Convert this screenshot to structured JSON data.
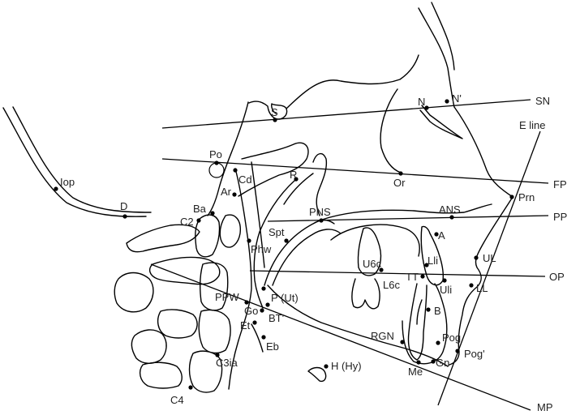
{
  "landmarks": [
    {
      "id": "S",
      "label": "S"
    },
    {
      "id": "N",
      "label": "N"
    },
    {
      "id": "N_soft",
      "label": "N'"
    },
    {
      "id": "Po",
      "label": "Po"
    },
    {
      "id": "Or",
      "label": "Or"
    },
    {
      "id": "Cd",
      "label": "Cd"
    },
    {
      "id": "Ar",
      "label": "Ar"
    },
    {
      "id": "R",
      "label": "R"
    },
    {
      "id": "Ba",
      "label": "Ba"
    },
    {
      "id": "C2",
      "label": "C2"
    },
    {
      "id": "Iop",
      "label": "Iop"
    },
    {
      "id": "D",
      "label": "D"
    },
    {
      "id": "PNS",
      "label": "PNS"
    },
    {
      "id": "ANS",
      "label": "ANS"
    },
    {
      "id": "Spt",
      "label": "Spt"
    },
    {
      "id": "Prn",
      "label": "Prn"
    },
    {
      "id": "A",
      "label": "A"
    },
    {
      "id": "Phw",
      "label": "Phw"
    },
    {
      "id": "U6c",
      "label": "U6c"
    },
    {
      "id": "L6c",
      "label": "L6c"
    },
    {
      "id": "Lli",
      "label": "Lli"
    },
    {
      "id": "UL",
      "label": "UL"
    },
    {
      "id": "LL",
      "label": "LL"
    },
    {
      "id": "TT",
      "label": "TT"
    },
    {
      "id": "Uli",
      "label": "Uli"
    },
    {
      "id": "PPW",
      "label": "PPW"
    },
    {
      "id": "P_Ut",
      "label": "P (Ut)"
    },
    {
      "id": "Go",
      "label": "Go"
    },
    {
      "id": "BT",
      "label": "BT'"
    },
    {
      "id": "Et",
      "label": "Et"
    },
    {
      "id": "Eb",
      "label": "Eb"
    },
    {
      "id": "B",
      "label": "B"
    },
    {
      "id": "RGN",
      "label": "RGN"
    },
    {
      "id": "Pog",
      "label": "Pog"
    },
    {
      "id": "Pog_soft",
      "label": "Pog'"
    },
    {
      "id": "Gn",
      "label": "Gn"
    },
    {
      "id": "Me",
      "label": "Me"
    },
    {
      "id": "H_Hy",
      "label": "H (Hy)"
    },
    {
      "id": "C3ia",
      "label": "C3ia"
    },
    {
      "id": "C4",
      "label": "C4"
    }
  ],
  "reference_lines": [
    {
      "id": "SN",
      "label": "SN"
    },
    {
      "id": "FP",
      "label": "FP"
    },
    {
      "id": "PP",
      "label": "PP"
    },
    {
      "id": "OP",
      "label": "OP"
    },
    {
      "id": "MP",
      "label": "MP"
    },
    {
      "id": "Eline",
      "label": "E line"
    }
  ]
}
